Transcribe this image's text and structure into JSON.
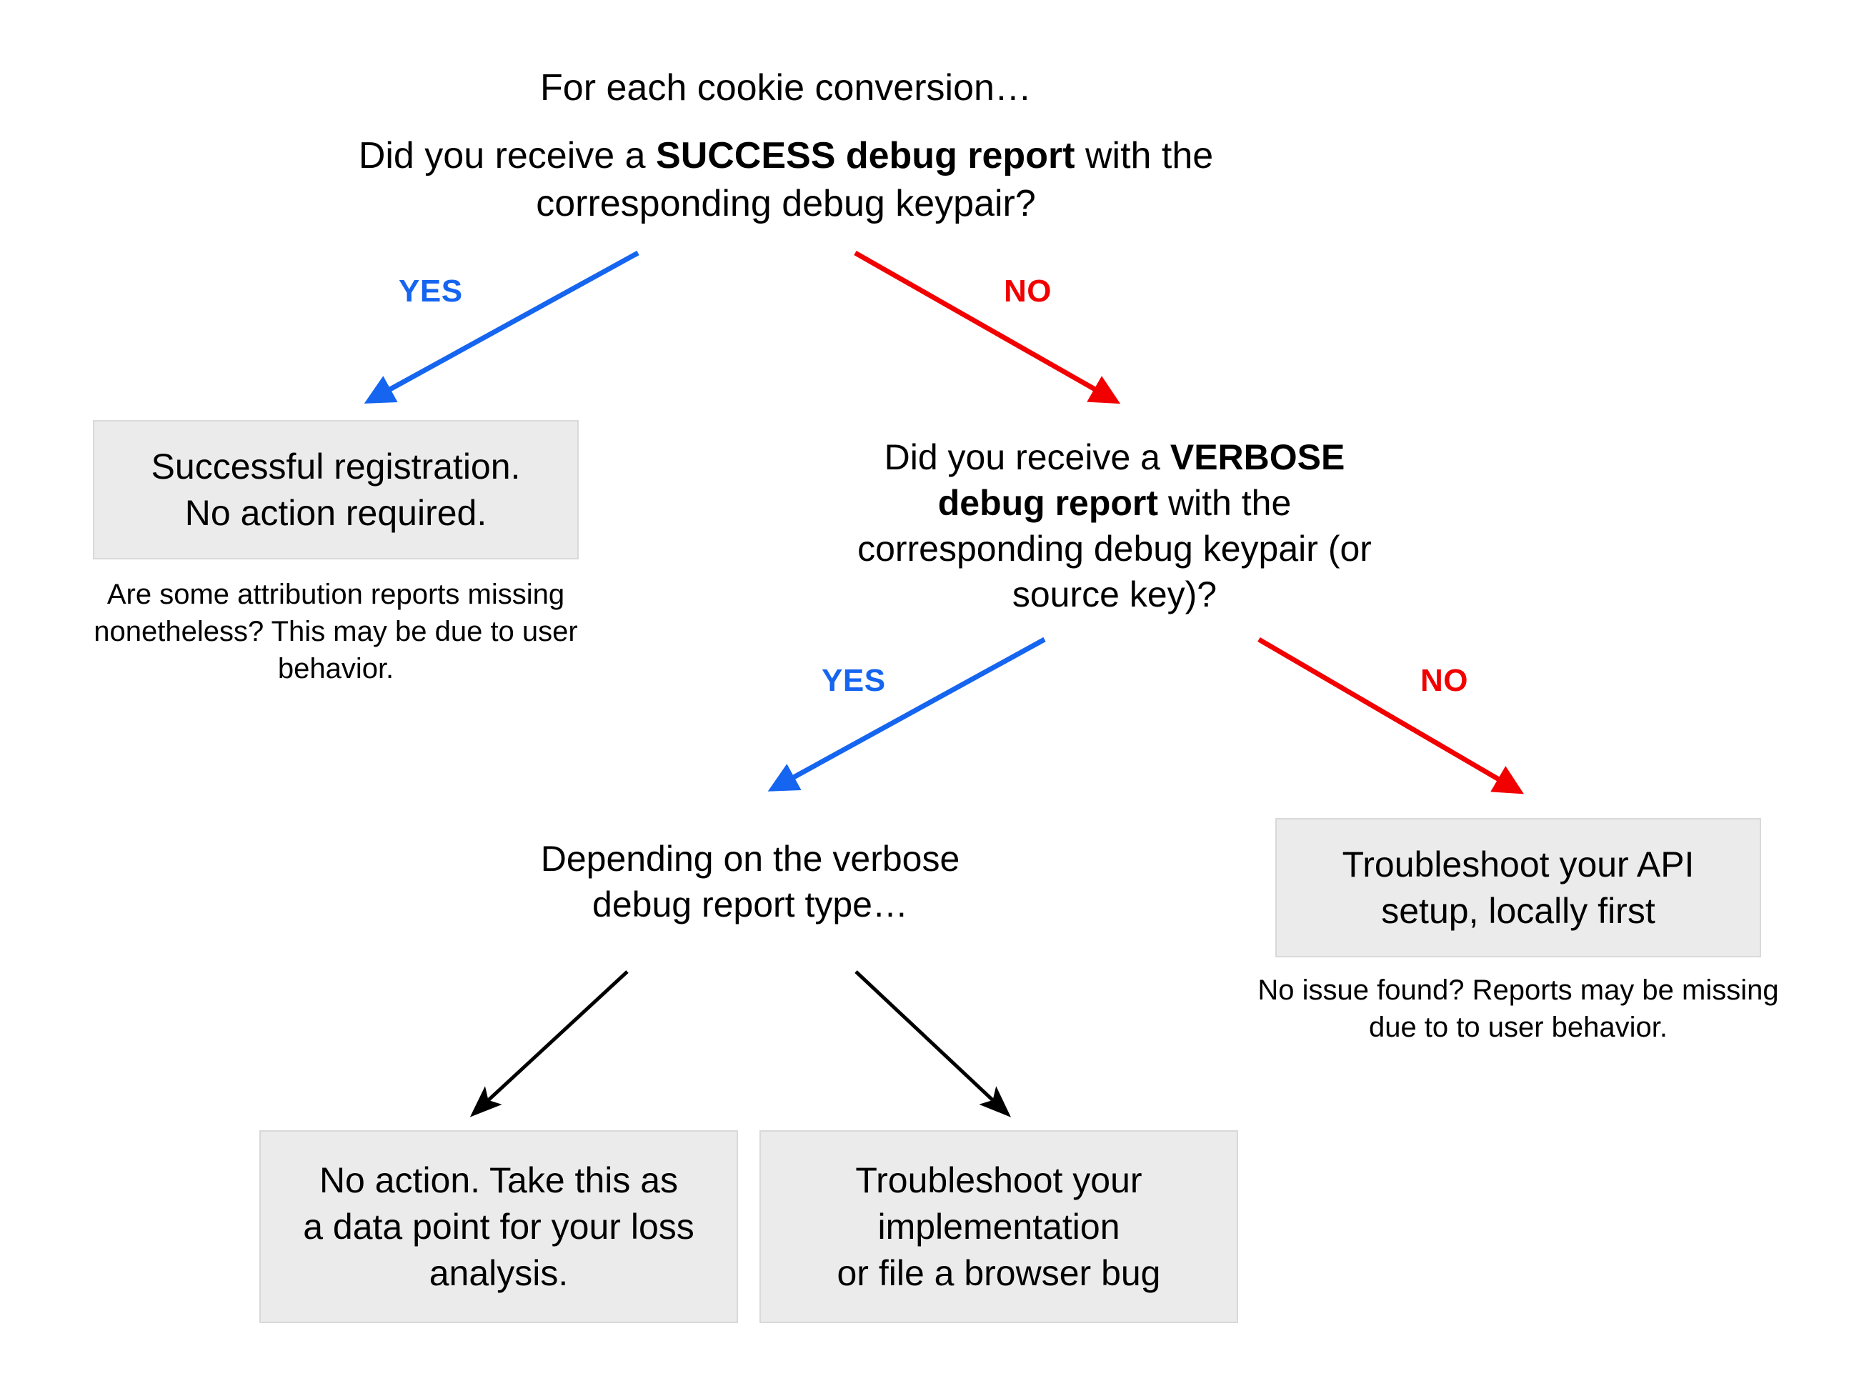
{
  "diagram": {
    "title": "Cookie conversion debug report troubleshooting flowchart",
    "colors": {
      "yes": "#1565f0",
      "no": "#f20000",
      "neutral_arrow": "#000000",
      "box_fill": "#ebebeb",
      "box_border": "#d9d9d9",
      "background": "#ffffff"
    }
  },
  "nodes": {
    "intro": "For each cookie conversion…",
    "q1": {
      "pre": "Did you receive a ",
      "strong": "SUCCESS debug report",
      "post": " with the corresponding debug keypair?"
    },
    "success_box": {
      "line1": "Successful registration.",
      "line2": "No action required."
    },
    "success_note": "Are some attribution reports missing nonetheless? This may be due to user behavior.",
    "q2": {
      "pre": "Did you receive a ",
      "strong": "VERBOSE debug report",
      "post": " with the corresponding debug keypair (or source key)?"
    },
    "verbose_type": "Depending on the verbose debug report type…",
    "api_box": {
      "line1": "Troubleshoot your API",
      "line2": "setup, locally first"
    },
    "api_note": "No issue found? Reports may be missing due to to user behavior.",
    "no_action_box": {
      "line1": "No action. Take this as",
      "line2": "a data point for your loss",
      "line3": "analysis."
    },
    "impl_box": {
      "line1": "Troubleshoot your",
      "line2": "implementation",
      "line3": "or file a browser bug"
    }
  },
  "edges": {
    "q1_yes": "YES",
    "q1_no": "NO",
    "q2_yes": "YES",
    "q2_no": "NO"
  }
}
